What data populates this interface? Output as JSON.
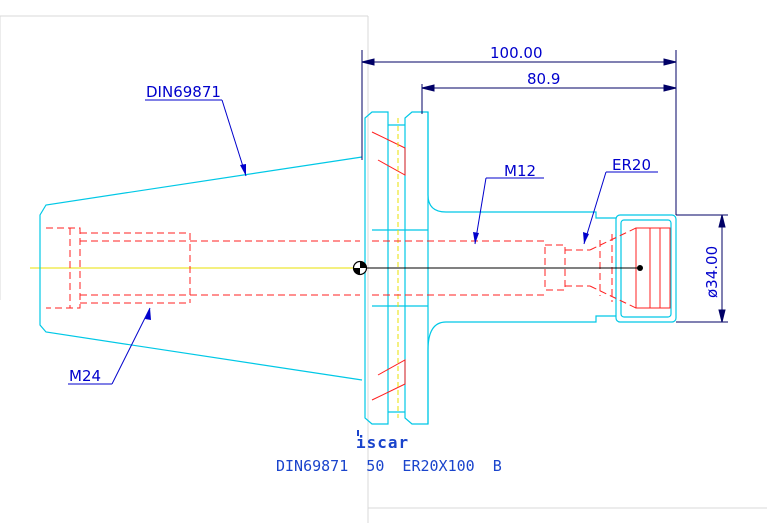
{
  "dimensions": {
    "overall_length": "100.00",
    "gauge_length": "80.9",
    "diameter": "ø34.00"
  },
  "callouts": {
    "taper": "DIN69871",
    "thread_top": "M12",
    "collet": "ER20",
    "thread_bottom": "M24"
  },
  "logo_text": "iscar",
  "caption": "DIN69871  50  ER20X100  B",
  "colors": {
    "body_outline": "#00c8e6",
    "hidden_lines": "#ff2020",
    "centerline": "#e8e000",
    "dimension": "#0000cc",
    "callout": "#0000cc",
    "center_line_dark": "#000000"
  }
}
